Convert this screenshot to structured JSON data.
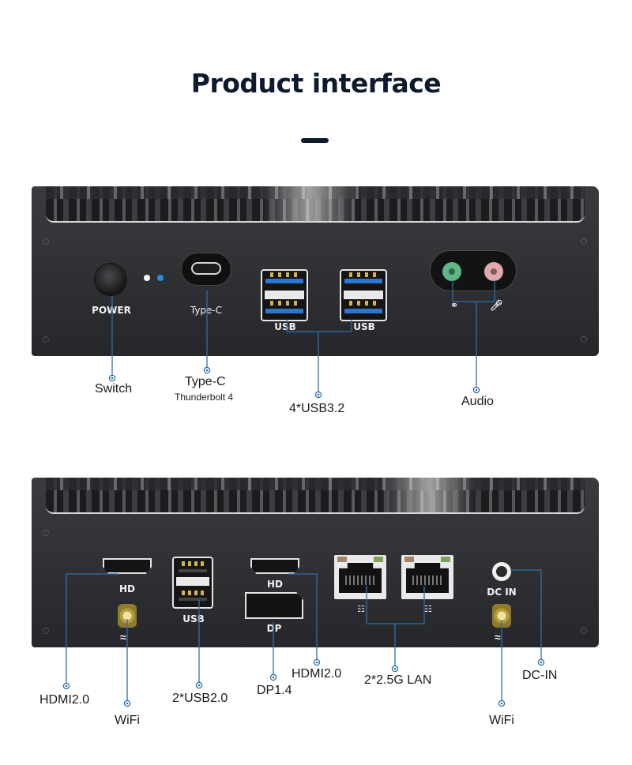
{
  "page": {
    "title": "Product interface"
  },
  "colors": {
    "title": "#0f1a2e",
    "leader_line": "#2f6fa8",
    "chassis": "#2e2f32",
    "usb3_blue": "#2c76d1",
    "audio_out_green": "#5fb884",
    "audio_in_pink": "#e3a8ad",
    "led_white": "#ffffff",
    "led_blue": "#1e8ff0"
  },
  "front_panel": {
    "port_labels": {
      "power": "POWER",
      "typec": "Type-C",
      "usb_left": "USB",
      "usb_right": "USB",
      "headphone_icon": "headphone-icon",
      "mic_icon": "microphone-icon"
    },
    "callouts": {
      "switch": "Switch",
      "typec": "Type-C",
      "typec_sub": "Thunderbolt 4",
      "usb": "4*USB3.2",
      "audio": "Audio"
    }
  },
  "rear_panel": {
    "port_labels": {
      "hdmi_left": "HD",
      "usb": "USB",
      "hdmi_right": "HD",
      "dp": "DP",
      "dcin": "DC IN",
      "lan_icon": "network-icon",
      "wifi_icon": "wifi-icon"
    },
    "callouts": {
      "hdmi_left": "HDMI2.0",
      "wifi_left": "WiFi",
      "usb": "2*USB2.0",
      "dp": "DP1.4",
      "hdmi_right": "HDMI2.0",
      "lan": "2*2.5G LAN",
      "dcin": "DC-IN",
      "wifi_right": "WiFi"
    }
  }
}
